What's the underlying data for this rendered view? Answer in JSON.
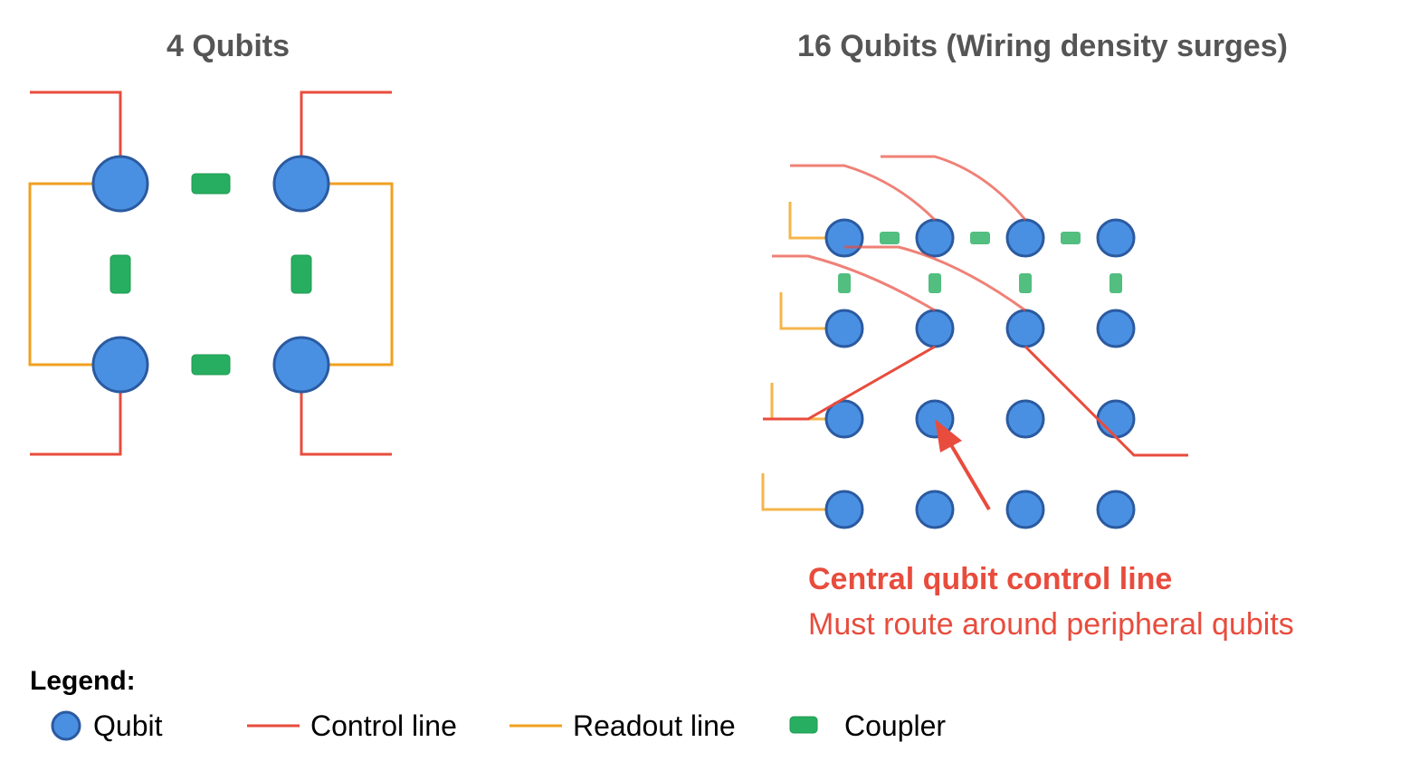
{
  "panels": {
    "left": {
      "title": "4 Qubits",
      "grid_size": 2
    },
    "right": {
      "title": "16 Qubits (Wiring density surges)",
      "grid_size": 4
    }
  },
  "annotation": {
    "headline": "Central qubit control line",
    "detail": "Must route around peripheral qubits"
  },
  "legend": {
    "title": "Legend:",
    "items": [
      {
        "key": "qubit",
        "label": "Qubit"
      },
      {
        "key": "control",
        "label": "Control line"
      },
      {
        "key": "readout",
        "label": "Readout line"
      },
      {
        "key": "coupler",
        "label": "Coupler"
      }
    ]
  },
  "colors": {
    "qubit_fill": "#4a90e2",
    "qubit_stroke": "#2b5aa0",
    "control": "#e84c3d",
    "readout": "#f0a020",
    "coupler": "#27ae60",
    "title": "#555555"
  }
}
